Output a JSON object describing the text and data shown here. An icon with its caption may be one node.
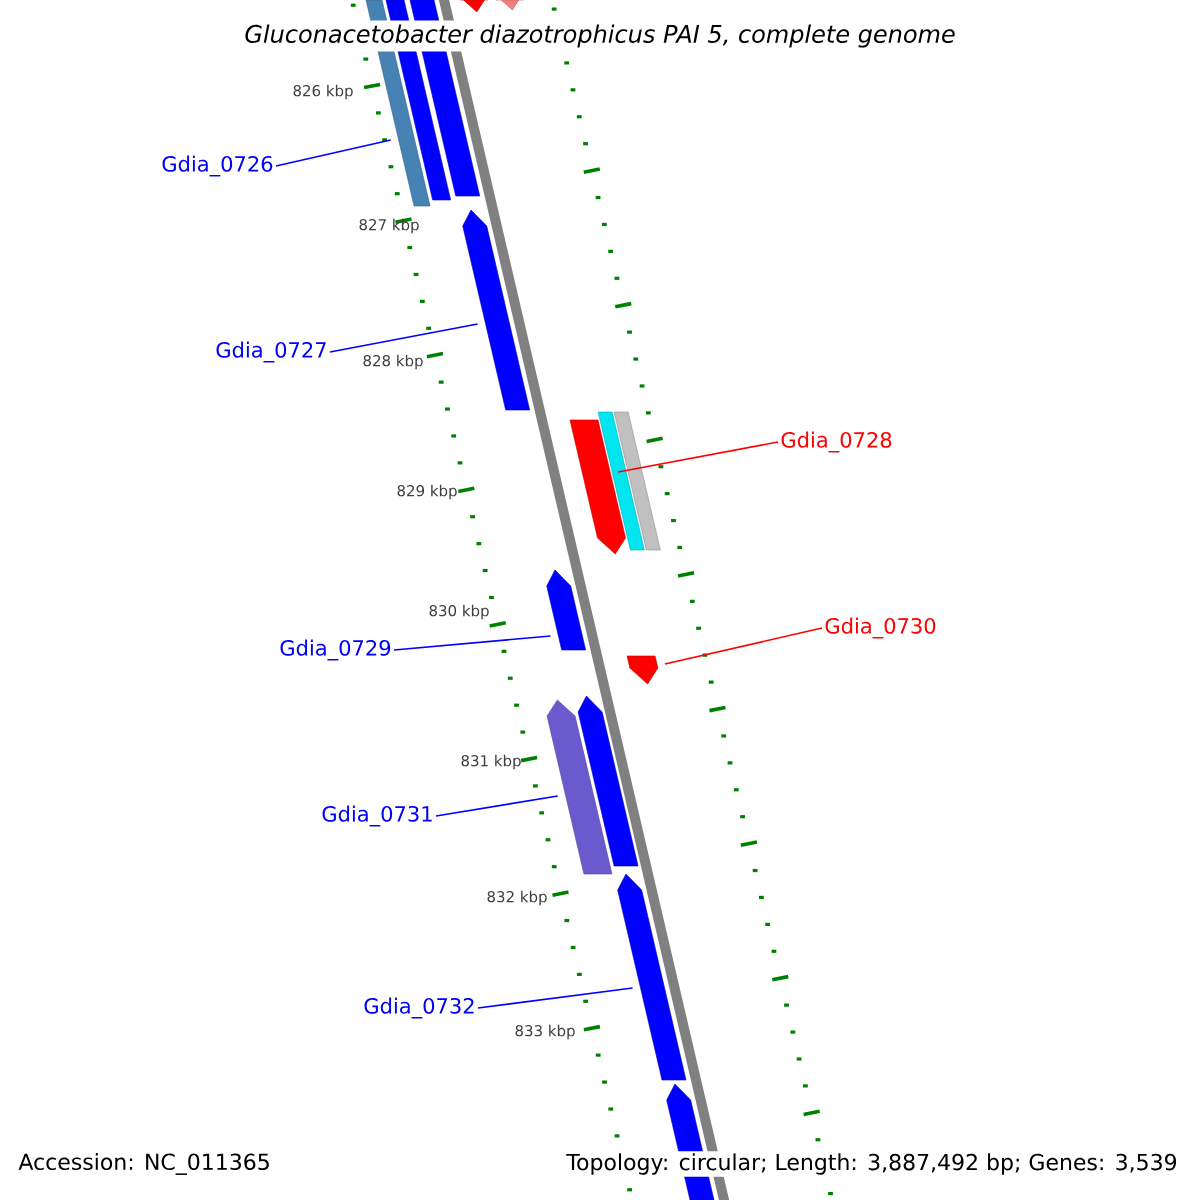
{
  "diagram": {
    "title": "*Gluconacetobacter diazotrophicus* PAI 5, complete genome",
    "nodes": [
      {
        "text": [
          "Gdia_0726"
        ]
      },
      {
        "text": [
          "Gdia_0727"
        ]
      },
      {
        "text": [
          "Gdia_0728"
        ]
      },
      {
        "text": [
          "Gdia_0729"
        ]
      },
      {
        "text": [
          "Gdia_0730"
        ]
      },
      {
        "text": [
          "Gdia_0731"
        ]
      },
      {
        "text": [
          "Gdia_0732"
        ]
      },
      {
        "text": [],
        "shape": "arrow"
      },
      {
        "text": [],
        "shape": "arrow"
      },
      {
        "text": [],
        "shape": "arrow"
      },
      {
        "text": [],
        "shape": "arrow"
      },
      {
        "text": [],
        "shape": "arrow"
      },
      {
        "text": [],
        "shape": "arrow"
      },
      {
        "text": [],
        "shape": "arrow"
      },
      {
        "text": [],
        "shape": "flatbar"
      },
      {
        "text": [],
        "shape": "flatbar"
      },
      {
        "text": [],
        "shape": "arrow"
      },
      {
        "text": [],
        "shape": "arrow"
      },
      {
        "text": [],
        "shape": "arrow"
      },
      {
        "text": [],
        "shape": "arrow"
      },
      {
        "text": [],
        "shape": "arrow"
      },
      {
        "text": [],
        "shape": "arrow"
      }
    ],
    "edges": [
      {
        "from": 0,
        "to": 9,
        "arrow": "none"
      },
      {
        "from": 1,
        "to": 12,
        "arrow": "none"
      },
      {
        "from": 2,
        "to": 13,
        "arrow": "none",
        "color": "#ff0000"
      },
      {
        "from": 3,
        "to": 16,
        "arrow": "none"
      },
      {
        "from": 4,
        "to": 17,
        "arrow": "none",
        "color": "#ff0000"
      },
      {
        "from": 5,
        "to": 18,
        "arrow": "none"
      },
      {
        "from": 6,
        "to": 20,
        "arrow": "none"
      }
    ],
    "labels": [
      "826 kbp",
      "827 kbp",
      "828 kbp",
      "829 kbp",
      "830 kbp",
      "831 kbp",
      "832 kbp",
      "833 kbp",
      "Accession: NC_011365",
      "Topology: circular; Length: 3,887,492 bp; Genes: 3,539"
    ]
  }
}
